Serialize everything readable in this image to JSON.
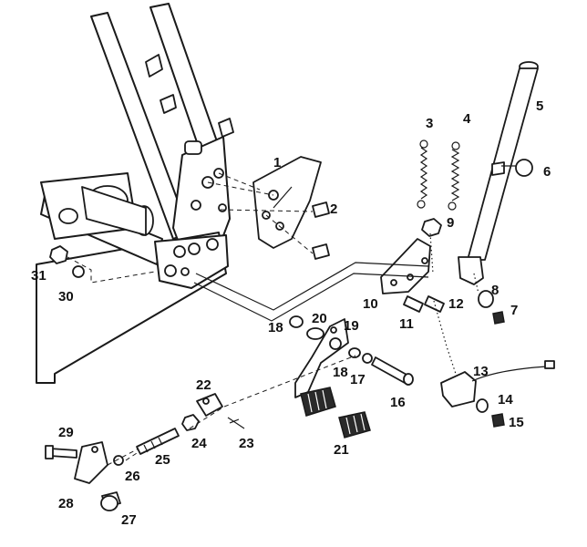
{
  "callouts": [
    {
      "id": "c1",
      "text": "1"
    },
    {
      "id": "c2",
      "text": "2"
    },
    {
      "id": "c3",
      "text": "3"
    },
    {
      "id": "c4",
      "text": "4"
    },
    {
      "id": "c5",
      "text": "5"
    },
    {
      "id": "c6",
      "text": "6"
    },
    {
      "id": "c7",
      "text": "7"
    },
    {
      "id": "c8",
      "text": "8"
    },
    {
      "id": "c9",
      "text": "9"
    },
    {
      "id": "c10",
      "text": "10"
    },
    {
      "id": "c11",
      "text": "11"
    },
    {
      "id": "c12",
      "text": "12"
    },
    {
      "id": "c13",
      "text": "13"
    },
    {
      "id": "c14",
      "text": "14"
    },
    {
      "id": "c15",
      "text": "15"
    },
    {
      "id": "c16",
      "text": "16"
    },
    {
      "id": "c17",
      "text": "17"
    },
    {
      "id": "c18a",
      "text": "18"
    },
    {
      "id": "c18b",
      "text": "18"
    },
    {
      "id": "c19",
      "text": "19"
    },
    {
      "id": "c20",
      "text": "20"
    },
    {
      "id": "c21",
      "text": "21"
    },
    {
      "id": "c22",
      "text": "22"
    },
    {
      "id": "c23",
      "text": "23"
    },
    {
      "id": "c24",
      "text": "24"
    },
    {
      "id": "c25",
      "text": "25"
    },
    {
      "id": "c26",
      "text": "26"
    },
    {
      "id": "c27",
      "text": "27"
    },
    {
      "id": "c28",
      "text": "28"
    },
    {
      "id": "c29",
      "text": "29"
    },
    {
      "id": "c30",
      "text": "30"
    },
    {
      "id": "c31",
      "text": "31"
    }
  ]
}
